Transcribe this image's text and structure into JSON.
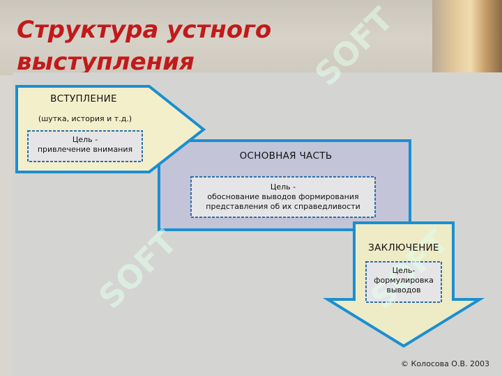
{
  "slide": {
    "title_line1": "Структура устного",
    "title_line2": "выступления",
    "copyright": "© Колосова О.В. 2003",
    "watermark": "SOFT"
  },
  "diagram": {
    "intro": {
      "heading": "ВСТУПЛЕНИЕ",
      "subtitle": "(шутка, история и т.д.)",
      "goal_line1": "Цель -",
      "goal_line2": "привлечение внимания"
    },
    "main": {
      "heading": "ОСНОВНАЯ ЧАСТЬ",
      "goal_line1": "Цель -",
      "goal_line2": "обоснование выводов формирования",
      "goal_line3": "представления об их справедливости"
    },
    "conclusion": {
      "heading": "ЗАКЛЮЧЕНИЕ",
      "goal_line1": "Цель-",
      "goal_line2": "формулировка",
      "goal_line3": "выводов"
    }
  },
  "colors": {
    "title": "#c11a1a",
    "outline": "#1a8fd0",
    "intro_fill": "#f4efcb",
    "main_fill": "#c4c4d8",
    "conclusion_fill": "#eeebc7",
    "goal_border": "#2f6fa8"
  }
}
